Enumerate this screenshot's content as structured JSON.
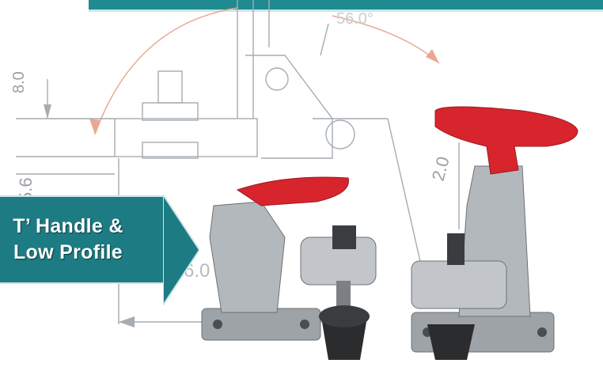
{
  "callout": {
    "line1": "T’ Handle &",
    "line2": "Low Profile"
  },
  "dimensions": {
    "angle": "56.0°",
    "dim_a": "8.0",
    "dim_b": "5.6",
    "dim_c": "2.0",
    "dim_d": "6.0"
  },
  "colors": {
    "accent": "#1d7b83",
    "handle": "#d8242c",
    "drawing_line": "#9aa0a6",
    "dim_line": "#e8a08a"
  }
}
